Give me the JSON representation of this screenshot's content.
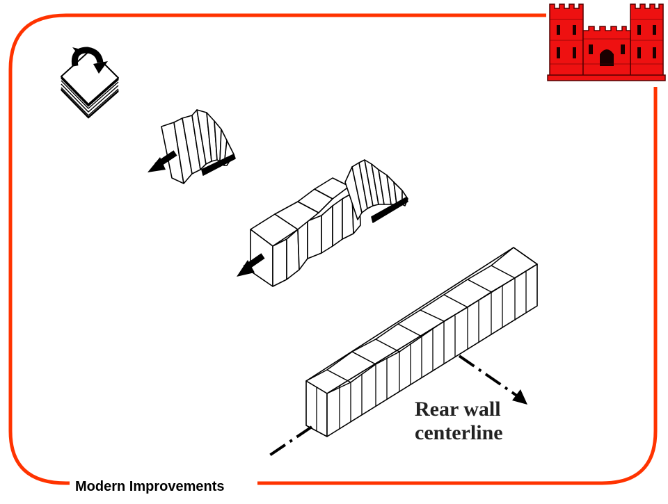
{
  "slide": {
    "footer_title": "Modern Improvements",
    "frame_color": "#ff3300",
    "logo": {
      "icon": "castle-icon",
      "color": "#ee1111"
    }
  },
  "diagram": {
    "steps": [
      {
        "name": "folded-bundle",
        "icon": "curved-arrow-icon"
      },
      {
        "name": "partially-unfolded-bundle",
        "icon": "pull-arrow-icon"
      },
      {
        "name": "half-expanded-bundle",
        "icon": "pull-arrow-icon"
      },
      {
        "name": "fully-expanded-wall"
      }
    ],
    "callout": {
      "line1": "Rear wall",
      "line2": "centerline"
    },
    "centerline_icon": "dash-dot-arrow-icon"
  }
}
